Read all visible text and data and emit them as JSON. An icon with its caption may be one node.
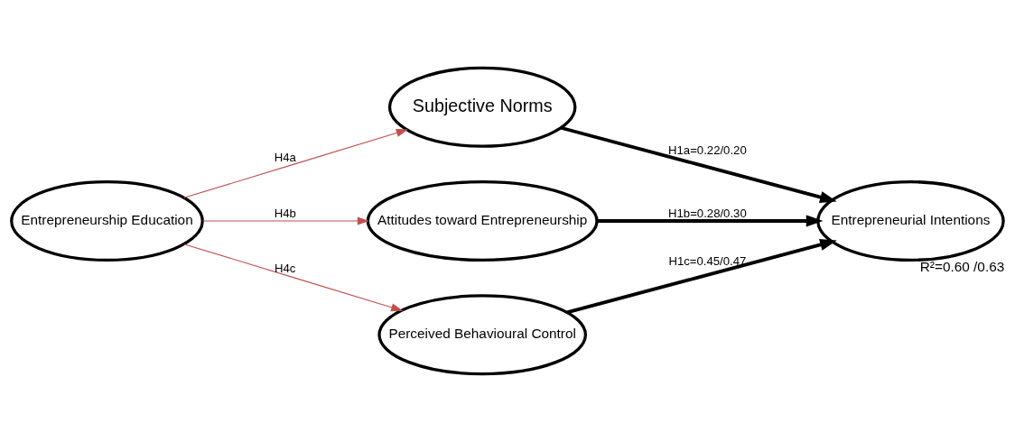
{
  "diagram": {
    "nodes": [
      {
        "text": [
          "Entrepreneurship Education"
        ]
      },
      {
        "text": [
          "Subjective Norms"
        ]
      },
      {
        "text": [
          "Attitudes toward Entrepreneurship"
        ]
      },
      {
        "text": [
          "Perceived Behavioural Control"
        ]
      },
      {
        "text": [
          "Entrepreneurial Intentions"
        ],
        "beside": [
          "R²=0.60 /0.63"
        ]
      }
    ],
    "edges": [
      {
        "from": 0,
        "to": 1,
        "arrow": "to",
        "label": "H4a",
        "color": "#c0504d"
      },
      {
        "from": 0,
        "to": 2,
        "arrow": "to",
        "label": "H4b",
        "color": "#c0504d"
      },
      {
        "from": 0,
        "to": 3,
        "arrow": "to",
        "label": "H4c",
        "color": "#c0504d"
      },
      {
        "from": 1,
        "to": 4,
        "arrow": "to",
        "label": "H1a=0.22/0.20",
        "style": "thick",
        "color": "#000000"
      },
      {
        "from": 2,
        "to": 4,
        "arrow": "to",
        "label": "H1b=0.28/0.30",
        "style": "thick",
        "color": "#000000"
      },
      {
        "from": 3,
        "to": 4,
        "arrow": "to",
        "label": "H1c=0.45/0.47",
        "style": "thick",
        "color": "#000000"
      }
    ]
  }
}
